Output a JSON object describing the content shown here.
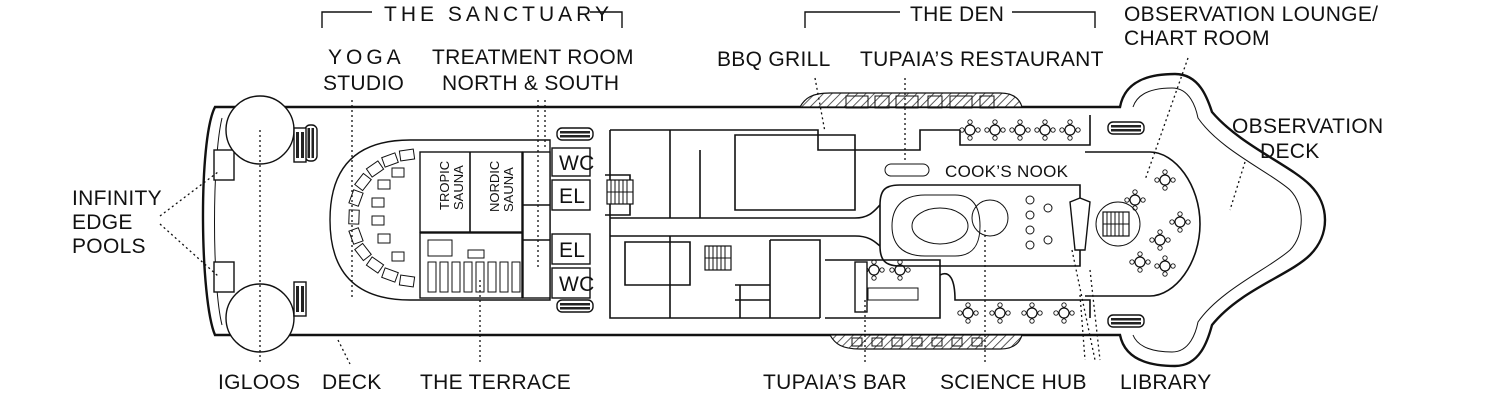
{
  "labels": {
    "the_sanctuary": "THE   SANCTUARY",
    "yoga_line1": "YOGA",
    "yoga_line2": "STUDIO",
    "treatment_line1": "TREATMENT ROOM",
    "treatment_line2": "NORTH & SOUTH",
    "the_den": "THE DEN",
    "bbq_grill": "BBQ GRILL",
    "tupaias_restaurant": "TUPAIA’S RESTAURANT",
    "observation_lounge_line1": "OBSERVATION LOUNGE/",
    "observation_lounge_line2": "CHART ROOM",
    "observation_deck_line1": "OBSERVATION",
    "observation_deck_line2": "DECK",
    "infinity_line1": "INFINITY",
    "infinity_line2": "EDGE",
    "infinity_line3": "POOLS",
    "igloos": "IGLOOS",
    "deck": "DECK",
    "the_terrace": "THE TERRACE",
    "tupaias_bar": "TUPAIA’S  BAR",
    "science_hub": "SCIENCE HUB",
    "library": "LIBRARY",
    "cooks_nook": "COOK’S NOOK",
    "wc": "WC",
    "el": "EL",
    "tropic_sauna_line1": "TROPIC",
    "tropic_sauna_line2": "SAUNA",
    "nordic_sauna_line1": "NORDIC",
    "nordic_sauna_line2": "SAUNA"
  },
  "icons": [
    "staircase-icon",
    "lifeboat-icon",
    "dining-table-icon",
    "bed-icon"
  ],
  "colors": {
    "line": "#111111",
    "background": "#ffffff"
  }
}
